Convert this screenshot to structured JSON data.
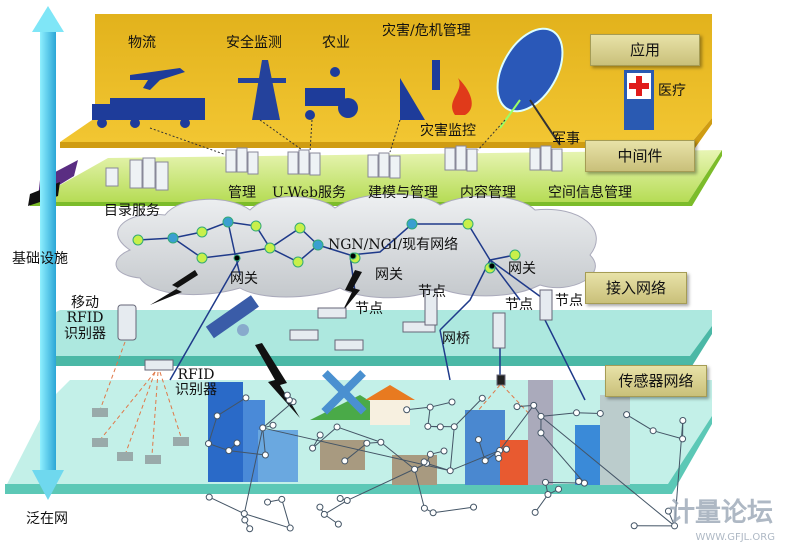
{
  "axis": {
    "top_label": "基础设施",
    "bottom_label": "泛在网"
  },
  "layers": {
    "application": "应用",
    "middleware": "中间件",
    "access": "接入网络",
    "sensor": "传感器网络"
  },
  "applications": [
    "物流",
    "安全监测",
    "农业",
    "灾害/危机管理",
    "灾害监控",
    "医疗",
    "军事"
  ],
  "middleware_services": [
    "目录服务",
    "管理",
    "U-Web服务",
    "建模与管理",
    "内容管理",
    "空间信息管理"
  ],
  "network": {
    "core": "NGN/NGI/现有网络",
    "gateway": "网关",
    "node": "节点",
    "bridge": "网桥"
  },
  "devices": {
    "mobile_rfid": [
      "移动",
      "RFID",
      "识别器"
    ],
    "rfid_reader": [
      "RFID",
      "识别器"
    ]
  },
  "watermark": {
    "name": "计量论坛",
    "url": "WWW.GFJL.ORG"
  },
  "colors": {
    "app_layer": "#e8b923",
    "middleware_layer": "#c8e86a",
    "access_layer": "#9fe3d8",
    "sensor_layer": "#bff0ea",
    "axis_arrow": "#3cc6e0"
  }
}
